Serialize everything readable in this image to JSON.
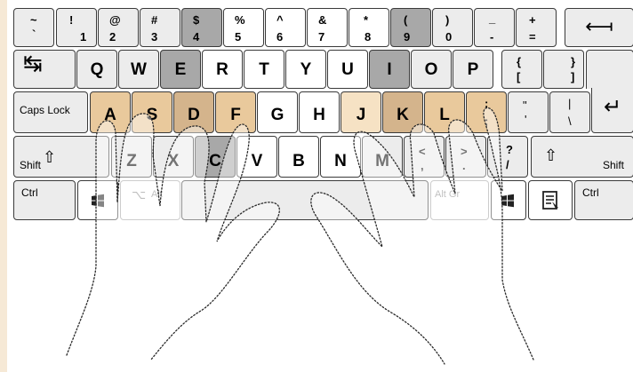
{
  "rows": [
    [
      {
        "id": "backtick",
        "top": "~",
        "bottom": "`",
        "shade": "light"
      },
      {
        "id": "1",
        "top": "!",
        "bottom": "1",
        "shade": "light"
      },
      {
        "id": "2",
        "top": "@",
        "bottom": "2",
        "shade": "light"
      },
      {
        "id": "3",
        "top": "#",
        "bottom": "3",
        "shade": "light"
      },
      {
        "id": "4",
        "top": "$",
        "bottom": "4",
        "shade": "dark"
      },
      {
        "id": "5",
        "top": "%",
        "bottom": "5",
        "shade": "white"
      },
      {
        "id": "6",
        "top": "^",
        "bottom": "6",
        "shade": "white"
      },
      {
        "id": "7",
        "top": "&",
        "bottom": "7",
        "shade": "white"
      },
      {
        "id": "8",
        "top": "*",
        "bottom": "8",
        "shade": "white"
      },
      {
        "id": "9",
        "top": "(",
        "bottom": "9",
        "shade": "dark"
      },
      {
        "id": "0",
        "top": ")",
        "bottom": "0",
        "shade": "light"
      },
      {
        "id": "minus",
        "top": "_",
        "bottom": "-",
        "shade": "light"
      },
      {
        "id": "equals",
        "top": "+",
        "bottom": "=",
        "shade": "light"
      },
      {
        "id": "backspace",
        "label": "⟻",
        "shade": "light"
      }
    ],
    [
      {
        "id": "tab",
        "label": "↹",
        "shade": "light"
      },
      {
        "id": "q",
        "main": "Q",
        "shade": "light"
      },
      {
        "id": "w",
        "main": "W",
        "shade": "light"
      },
      {
        "id": "e",
        "main": "E",
        "shade": "dark"
      },
      {
        "id": "r",
        "main": "R",
        "shade": "white"
      },
      {
        "id": "t",
        "main": "T",
        "shade": "white"
      },
      {
        "id": "y",
        "main": "Y",
        "shade": "white"
      },
      {
        "id": "u",
        "main": "U",
        "shade": "white"
      },
      {
        "id": "i",
        "main": "I",
        "shade": "dark"
      },
      {
        "id": "o",
        "main": "O",
        "shade": "light"
      },
      {
        "id": "p",
        "main": "P",
        "shade": "light"
      },
      {
        "id": "lbracket",
        "top": "{",
        "bottom": "[",
        "shade": "light"
      },
      {
        "id": "rbracket",
        "top": "}",
        "bottom": "]",
        "shade": "light"
      }
    ],
    [
      {
        "id": "capslock",
        "label": "Caps Lock",
        "shade": "light"
      },
      {
        "id": "a",
        "main": "A",
        "shade": "tan"
      },
      {
        "id": "s",
        "main": "S",
        "shade": "tan"
      },
      {
        "id": "d",
        "main": "D",
        "shade": "tandark"
      },
      {
        "id": "f",
        "main": "F",
        "shade": "tan"
      },
      {
        "id": "g",
        "main": "G",
        "shade": "white"
      },
      {
        "id": "h",
        "main": "H",
        "shade": "white"
      },
      {
        "id": "j",
        "main": "J",
        "shade": "peach"
      },
      {
        "id": "k",
        "main": "K",
        "shade": "tandark"
      },
      {
        "id": "l",
        "main": "L",
        "shade": "tan"
      },
      {
        "id": "semicolon",
        "top": ":",
        "bottom": ";",
        "shade": "tan"
      },
      {
        "id": "quote",
        "top": "\"",
        "bottom": "'",
        "shade": "light"
      },
      {
        "id": "backslash",
        "top": "|",
        "bottom": "\\",
        "shade": "light"
      },
      {
        "id": "enter",
        "label": "↵",
        "shade": "light"
      }
    ],
    [
      {
        "id": "lshift",
        "label": "Shift",
        "icon": "⇧",
        "shade": "light"
      },
      {
        "id": "z",
        "main": "Z",
        "shade": "light"
      },
      {
        "id": "x",
        "main": "X",
        "shade": "light"
      },
      {
        "id": "c",
        "main": "C",
        "shade": "dark"
      },
      {
        "id": "v",
        "main": "V",
        "shade": "white"
      },
      {
        "id": "b",
        "main": "B",
        "shade": "white"
      },
      {
        "id": "n",
        "main": "N",
        "shade": "white"
      },
      {
        "id": "m",
        "main": "M",
        "shade": "light"
      },
      {
        "id": "comma",
        "top": "<",
        "bottom": ",",
        "shade": "light"
      },
      {
        "id": "period",
        "top": ">",
        "bottom": ".",
        "shade": "light"
      },
      {
        "id": "slash",
        "top": "?",
        "bottom": "/",
        "shade": "light"
      },
      {
        "id": "rshift",
        "label": "Shift",
        "icon": "⇧",
        "shade": "light"
      }
    ],
    [
      {
        "id": "lctrl",
        "label": "Ctrl",
        "shade": "light"
      },
      {
        "id": "lwin",
        "icon": "windows-logo",
        "shade": "white"
      },
      {
        "id": "lalt",
        "label": "Alt",
        "icon": "⌥",
        "shade": "white"
      },
      {
        "id": "space",
        "label": "",
        "shade": "light"
      },
      {
        "id": "altgr",
        "label": "Alt Gr",
        "shade": "white"
      },
      {
        "id": "rwin",
        "icon": "windows-logo",
        "shade": "white"
      },
      {
        "id": "menu",
        "icon": "menu-key",
        "shade": "white"
      },
      {
        "id": "rctrl",
        "label": "Ctrl",
        "shade": "light"
      }
    ]
  ]
}
